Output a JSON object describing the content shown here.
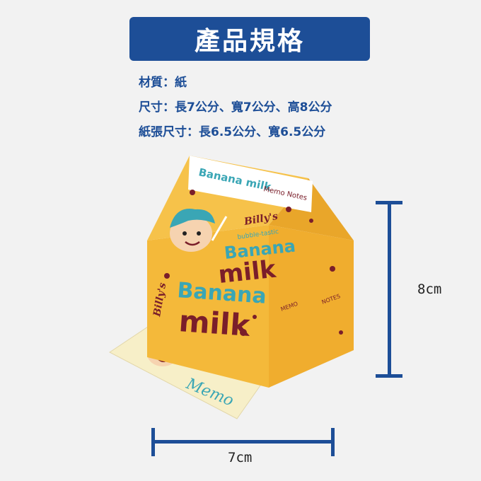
{
  "title": "產品規格",
  "specs": [
    "材質：紙",
    "尺寸：長7公分、寬7公分、高8公分",
    "紙張尺寸：長6.5公分、寬6.5公分"
  ],
  "dimensions": {
    "height": "8cm",
    "width": "7cm"
  },
  "product": {
    "brand_banner": "Banana milk",
    "banner_suffix": "Memo Notes",
    "sticker": "Billy's",
    "tagline": "bubble-tastic",
    "name_line1": "Banana",
    "name_line2": "milk",
    "side_brand": "Billy's",
    "side_name_line1": "Banana",
    "side_name_line2": "milk",
    "side_memo": "MEMO",
    "side_notes": "NOTES",
    "memo_script": "Memo"
  },
  "colors": {
    "banner": "#1d4e97",
    "carton_yellow": "#f4b93a",
    "teal": "#3aa6b5",
    "maroon": "#7a1e2a",
    "cream": "#f7efc8"
  }
}
